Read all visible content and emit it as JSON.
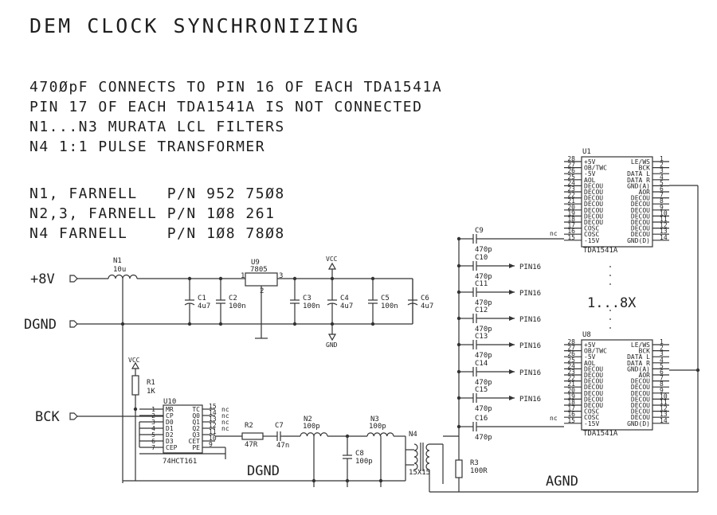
{
  "title": "DEM CLOCK SYNCHRONIZING",
  "notes": [
    "470ØpF CONNECTS TO PIN 16 OF EACH TDA1541A",
    "PIN 17 OF EACH TDA1541A IS NOT CONNECTED",
    "N1...N3 MURATA LCL FILTERS",
    "N4 1:1 PULSE TRANSFORMER"
  ],
  "parts": [
    "N1, FARNELL   P/N 952 75Ø8",
    "N2,3, FARNELL P/N 1Ø8 261",
    "N4 FARNELL    P/N 1Ø8 78Ø8"
  ],
  "nets": {
    "v8": "+8V",
    "dgnd": "DGND",
    "bck": "BCK",
    "dgnd2": "DGND",
    "agnd": "AGND",
    "vcc": "VCC",
    "gnd": "GND",
    "pin16": "PIN16",
    "nc": "nc",
    "mult": "1...8X"
  },
  "components": {
    "n1": {
      "ref": "N1",
      "val": "10u"
    },
    "u9": {
      "ref": "U9",
      "val": "7805"
    },
    "c1": {
      "ref": "C1",
      "val": "4u7"
    },
    "c2": {
      "ref": "C2",
      "val": "100n"
    },
    "c3": {
      "ref": "C3",
      "val": "100n"
    },
    "c4": {
      "ref": "C4",
      "val": "4u7"
    },
    "c5": {
      "ref": "C5",
      "val": "100n"
    },
    "c6": {
      "ref": "C6",
      "val": "4u7"
    },
    "r1": {
      "ref": "R1",
      "val": "1K"
    },
    "u10": {
      "ref": "U10",
      "val": "74HCT161"
    },
    "r2": {
      "ref": "R2",
      "val": "47R"
    },
    "c7": {
      "ref": "C7",
      "val": "47n"
    },
    "n2": {
      "ref": "N2",
      "val": "100p"
    },
    "c8": {
      "ref": "C8",
      "val": "100p"
    },
    "n3": {
      "ref": "N3",
      "val": "100p"
    },
    "n4": {
      "ref": "N4",
      "val": "15X15"
    },
    "r3": {
      "ref": "R3",
      "val": "100R"
    },
    "cap_value": "470p",
    "u1": {
      "ref": "U1",
      "val": "TDA1541A"
    },
    "u8": {
      "ref": "U8",
      "val": "TDA1541A"
    }
  },
  "cap_refs": [
    "C9",
    "C10",
    "C11",
    "C12",
    "C13",
    "C14",
    "C15",
    "C16"
  ],
  "u9_pins": [
    "1",
    "2",
    "3"
  ],
  "u10_pins": {
    "left": [
      {
        "num": "1",
        "name": "MR"
      },
      {
        "num": "2",
        "name": "CP"
      },
      {
        "num": "3",
        "name": "D0"
      },
      {
        "num": "4",
        "name": "D1"
      },
      {
        "num": "5",
        "name": "D2"
      },
      {
        "num": "6",
        "name": "D3"
      },
      {
        "num": "7",
        "name": "CEP"
      }
    ],
    "right": [
      {
        "num": "15",
        "name": "TC",
        "nc": "nc"
      },
      {
        "num": "14",
        "name": "Q0",
        "nc": "nc"
      },
      {
        "num": "13",
        "name": "Q1",
        "nc": "nc"
      },
      {
        "num": "12",
        "name": "Q2",
        "nc": "nc"
      },
      {
        "num": "11",
        "name": "Q3",
        "nc": ""
      },
      {
        "num": "10",
        "name": "CET",
        "nc": ""
      },
      {
        "num": "9",
        "name": "PE",
        "nc": ""
      }
    ]
  },
  "tda_pins": {
    "left": [
      {
        "num": "28",
        "name": "+5V"
      },
      {
        "num": "27",
        "name": "OB/TWC"
      },
      {
        "num": "26",
        "name": "-5V"
      },
      {
        "num": "25",
        "name": "AOL"
      },
      {
        "num": "24",
        "name": "DECOU"
      },
      {
        "num": "23",
        "name": "DECOU"
      },
      {
        "num": "22",
        "name": "DECOU"
      },
      {
        "num": "21",
        "name": "DECOU"
      },
      {
        "num": "20",
        "name": "DECOU"
      },
      {
        "num": "19",
        "name": "DECOU"
      },
      {
        "num": "18",
        "name": "DECOU"
      },
      {
        "num": "17",
        "name": "COSC"
      },
      {
        "num": "16",
        "name": "COSC"
      },
      {
        "num": "15",
        "name": "-15V"
      }
    ],
    "right": [
      {
        "num": "1",
        "name": "LE/WS"
      },
      {
        "num": "2",
        "name": "BCK"
      },
      {
        "num": "3",
        "name": "DATA L"
      },
      {
        "num": "4",
        "name": "DATA R"
      },
      {
        "num": "5",
        "name": "GND(A)"
      },
      {
        "num": "6",
        "name": "AOR"
      },
      {
        "num": "7",
        "name": "DECOU"
      },
      {
        "num": "8",
        "name": "DECOU"
      },
      {
        "num": "9",
        "name": "DECOU"
      },
      {
        "num": "10",
        "name": "DECOU"
      },
      {
        "num": "11",
        "name": "DECOU"
      },
      {
        "num": "12",
        "name": "DECOU"
      },
      {
        "num": "13",
        "name": "DECOU"
      },
      {
        "num": "14",
        "name": "GND(D)"
      }
    ]
  }
}
